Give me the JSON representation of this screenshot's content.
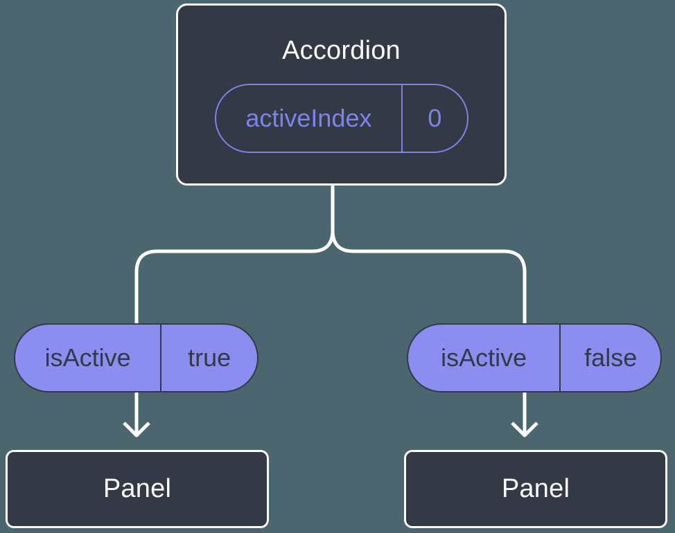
{
  "colors": {
    "background": "#4C666F",
    "node_bg": "#333A45",
    "node_border": "#FFFFFF",
    "node_text": "#FFFFFF",
    "pill_fill": "#8B8EF0",
    "pill_outline": "#7E83EC",
    "pill_text_dark": "#333A45",
    "connector": "#FFFFFF"
  },
  "tree": {
    "root": {
      "label": "Accordion",
      "state": {
        "name": "activeIndex",
        "value": "0"
      }
    },
    "children": [
      {
        "label": "Panel",
        "prop": {
          "name": "isActive",
          "value": "true"
        }
      },
      {
        "label": "Panel",
        "prop": {
          "name": "isActive",
          "value": "false"
        }
      }
    ]
  }
}
